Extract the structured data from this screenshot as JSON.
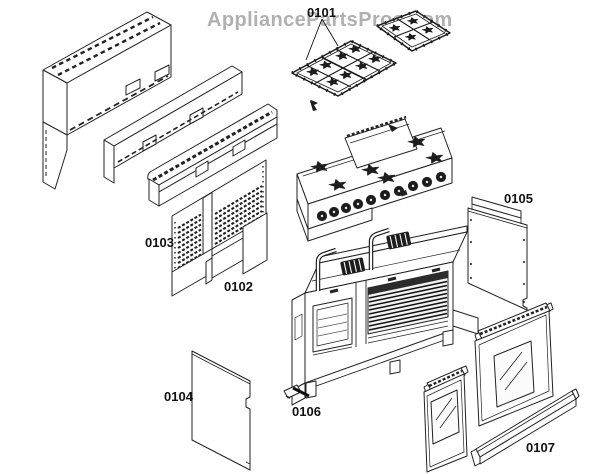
{
  "watermark": {
    "text": "AppliancePartsPros.com"
  },
  "parts": [
    {
      "label": "0101"
    },
    {
      "label": "0102"
    },
    {
      "label": "0103"
    },
    {
      "label": "0104"
    },
    {
      "label": "0105"
    },
    {
      "label": "0106"
    },
    {
      "label": "0107"
    }
  ],
  "colors": {
    "line": "#222222",
    "background": "#ffffff",
    "watermark_gray": "#a8a8a8",
    "dark_fill": "#1d1d1d"
  }
}
